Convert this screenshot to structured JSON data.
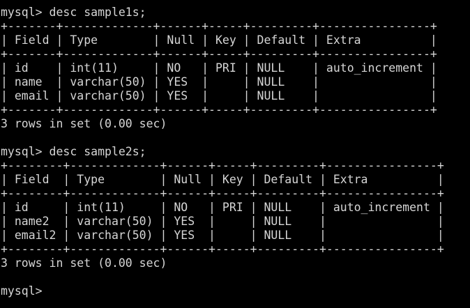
{
  "terminal": {
    "app": "mysql-console",
    "colors": {
      "background": "#000000",
      "foreground": "#d6d6d6"
    },
    "blocks": [
      {
        "command": "mysql> desc sample1s;",
        "table": {
          "headers": [
            "Field",
            "Type",
            "Null",
            "Key",
            "Default",
            "Extra"
          ],
          "rows": [
            [
              "id",
              "int(11)",
              "NO",
              "PRI",
              "NULL",
              "auto_increment"
            ],
            [
              "name",
              "varchar(50)",
              "YES",
              "",
              "NULL",
              ""
            ],
            [
              "email",
              "varchar(50)",
              "YES",
              "",
              "NULL",
              ""
            ]
          ]
        },
        "status": "3 rows in set (0.00 sec)"
      },
      {
        "command": "mysql> desc sample2s;",
        "table": {
          "headers": [
            "Field",
            "Type",
            "Null",
            "Key",
            "Default",
            "Extra"
          ],
          "rows": [
            [
              "id",
              "int(11)",
              "NO",
              "PRI",
              "NULL",
              "auto_increment"
            ],
            [
              "name2",
              "varchar(50)",
              "YES",
              "",
              "NULL",
              ""
            ],
            [
              "email2",
              "varchar(50)",
              "YES",
              "",
              "NULL",
              ""
            ]
          ]
        },
        "status": "3 rows in set (0.00 sec)"
      }
    ],
    "final_prompt": "mysql>"
  }
}
